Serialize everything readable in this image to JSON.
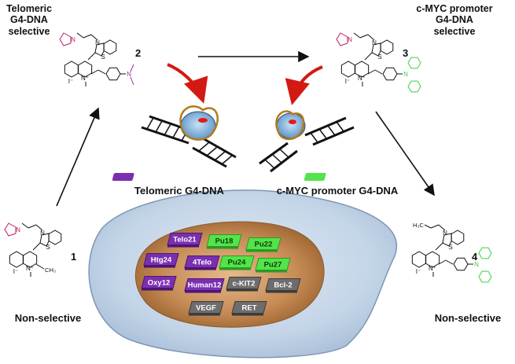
{
  "labels": {
    "telomeric_selective": [
      "Telomeric",
      "G4-DNA",
      "selective"
    ],
    "cmyc_selective": [
      "c-MYC promoter",
      "G4-DNA",
      "selective"
    ],
    "telomeric_g4": "Telomeric G4-DNA",
    "cmyc_g4": "c-MYC promoter G4-DNA",
    "nonselective_left": "Non-selective",
    "nonselective_right": "Non-selective"
  },
  "compounds": {
    "c1": "1",
    "c2": "2",
    "c3": "3",
    "c4": "4"
  },
  "atoms": {
    "N": "N",
    "S": "S",
    "I": "I⁻",
    "Nplus": "N⁺",
    "CH3": "CH₃",
    "H3C": "H₃C"
  },
  "targets": [
    {
      "label": "Telo21",
      "group": "telomeric"
    },
    {
      "label": "Pu18",
      "group": "cmyc"
    },
    {
      "label": "Pu22",
      "group": "cmyc"
    },
    {
      "label": "Htg24",
      "group": "telomeric"
    },
    {
      "label": "4Telo",
      "group": "telomeric"
    },
    {
      "label": "Pu24",
      "group": "cmyc"
    },
    {
      "label": "Pu27",
      "group": "cmyc"
    },
    {
      "label": "Oxy12",
      "group": "telomeric"
    },
    {
      "label": "Human12",
      "group": "telomeric"
    },
    {
      "label": "c-KIT2",
      "group": "other"
    },
    {
      "label": "Bcl-2",
      "group": "other"
    },
    {
      "label": "VEGF",
      "group": "other"
    },
    {
      "label": "RET",
      "group": "other"
    }
  ],
  "colors": {
    "telomeric": "#7b2fb0",
    "cmyc": "#54e34a",
    "other": "#6d6d6d",
    "pyrrolidine": "#c0186c",
    "dimethylamino": "#9b2b9b",
    "triphenylamine": "#3fcf3f",
    "red_arrow": "#d31a12"
  }
}
